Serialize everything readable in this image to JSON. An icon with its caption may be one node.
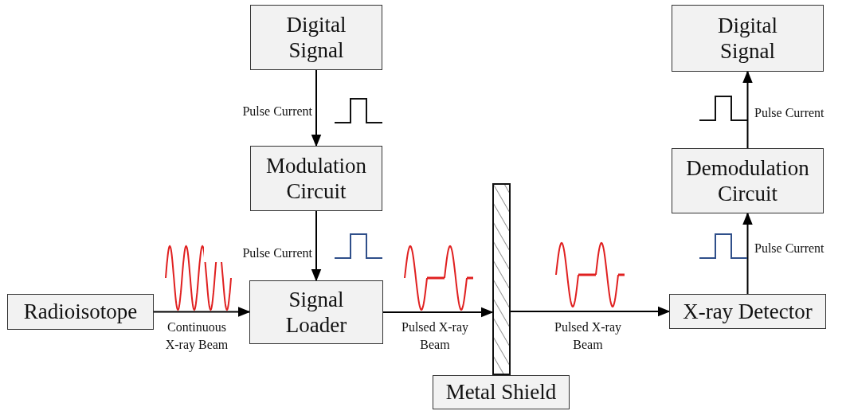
{
  "diagram": {
    "nodes": [
      {
        "text": [
          "Digital Signal"
        ]
      },
      {
        "text": [
          "Digital Signal"
        ]
      },
      {
        "text": [
          "Modulation Circuit"
        ]
      },
      {
        "text": [
          "Demodulation Circuit"
        ]
      },
      {
        "text": [
          "Radioisotope"
        ]
      },
      {
        "text": [
          "Signal Loader"
        ]
      },
      {
        "text": [],
        "shape": "bar"
      },
      {
        "text": [
          "X-ray Detector"
        ]
      },
      {
        "text": [
          "Metal Shield"
        ]
      }
    ],
    "edges": [
      {
        "from": 0,
        "to": 2,
        "arrow": "to",
        "label": "Pulse Current"
      },
      {
        "from": 2,
        "to": 5,
        "arrow": "to",
        "label": "Pulse Current"
      },
      {
        "from": 4,
        "to": 5,
        "arrow": "to",
        "label": "Continuous X-ray Beam"
      },
      {
        "from": 5,
        "to": 6,
        "arrow": "to",
        "label": "Pulsed X-ray Beam"
      },
      {
        "from": 6,
        "to": 7,
        "arrow": "to",
        "label": "Pulsed X-ray Beam"
      },
      {
        "from": 7,
        "to": 3,
        "arrow": "to",
        "label": "Pulse Current"
      },
      {
        "from": 3,
        "to": 1,
        "arrow": "to",
        "label": "Pulse Current"
      }
    ]
  }
}
